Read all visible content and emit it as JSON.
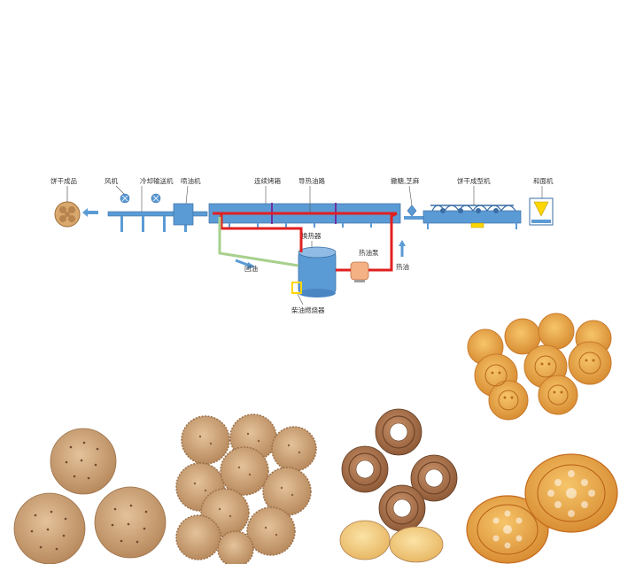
{
  "labels": {
    "finished_biscuits": "饼干成品",
    "fan": "风机",
    "cooling_conveyor": "冷却输送机",
    "oil_sprayer": "喷油机",
    "tunnel_oven": "连续烤箱",
    "thermal_oil_pipe": "导热油路",
    "sugar_sesame": "撒糖,芝麻",
    "biscuit_forming_machine": "饼干成型机",
    "dough_mixer": "和面机",
    "heat_exchanger": "换热器",
    "hot_oil_pump": "热油泵",
    "return_oil": "回油",
    "hot_oil": "热油",
    "diesel_burner": "柴油燃烧器"
  },
  "photos": [
    {
      "name": "cartoon-face-biscuits-photo"
    },
    {
      "name": "round-docked-crackers-photo"
    },
    {
      "name": "scalloped-crackers-pile-photo"
    },
    {
      "name": "ring-biscuits-photo"
    },
    {
      "name": "lace-pattern-biscuits-photo"
    }
  ],
  "colors": {
    "machine_blue": "#5b9bd5",
    "machine_stroke": "#3a6ea5",
    "hot_oil_red": "#e02020",
    "return_oil_green": "#a8d08d",
    "pipe_purple": "#7030a0",
    "pump_orange": "#f4b183",
    "burner_yellow": "#ffd700",
    "biscuit_light": "#e3b27a",
    "biscuit_dark": "#c58a4d"
  }
}
